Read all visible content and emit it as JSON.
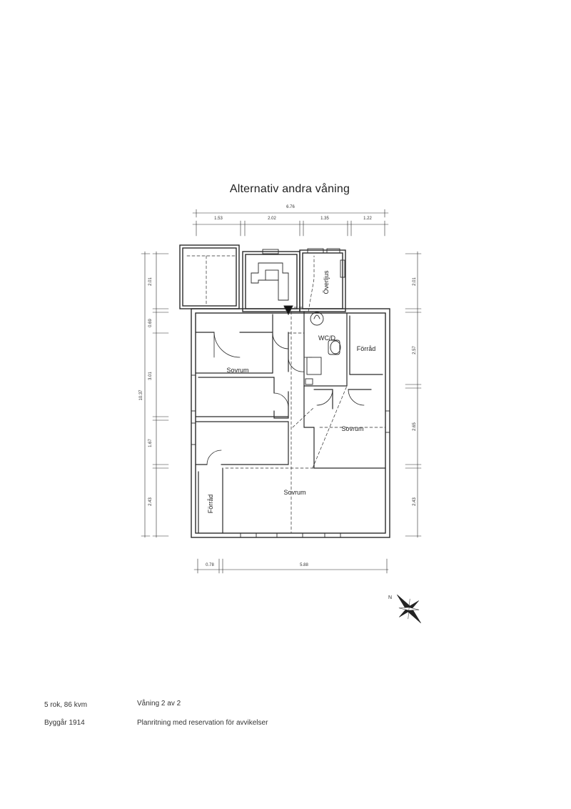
{
  "title": "Alternativ andra våning",
  "dimensions": {
    "top_total": "6.76",
    "top_segments": [
      "1.53",
      "2.02",
      "1.35",
      "1.22"
    ],
    "left_total": "10.37",
    "left_segments": [
      "2.01",
      "0.69",
      "3.01",
      "1.67",
      "2.43"
    ],
    "right_segments": [
      "2.01",
      "2.57",
      "2.65",
      "2.43"
    ],
    "bottom_segments": [
      "0.78",
      "5.88"
    ]
  },
  "rooms": {
    "sovrum_1": "Sovrum",
    "sovrum_2": "Sovrum",
    "sovrum_3": "Sovrum",
    "wc": "WC/D",
    "forrad_1": "Förråd",
    "forrad_2": "Förråd",
    "overljus": "Överljus"
  },
  "compass": {
    "north_label": "N"
  },
  "footer": {
    "rooms_area": "5 rok,  86 kvm",
    "year": "Byggår 1914",
    "floor": "Våning 2 av 2",
    "disclaimer": "Planritning med reservation för avvikelser"
  }
}
